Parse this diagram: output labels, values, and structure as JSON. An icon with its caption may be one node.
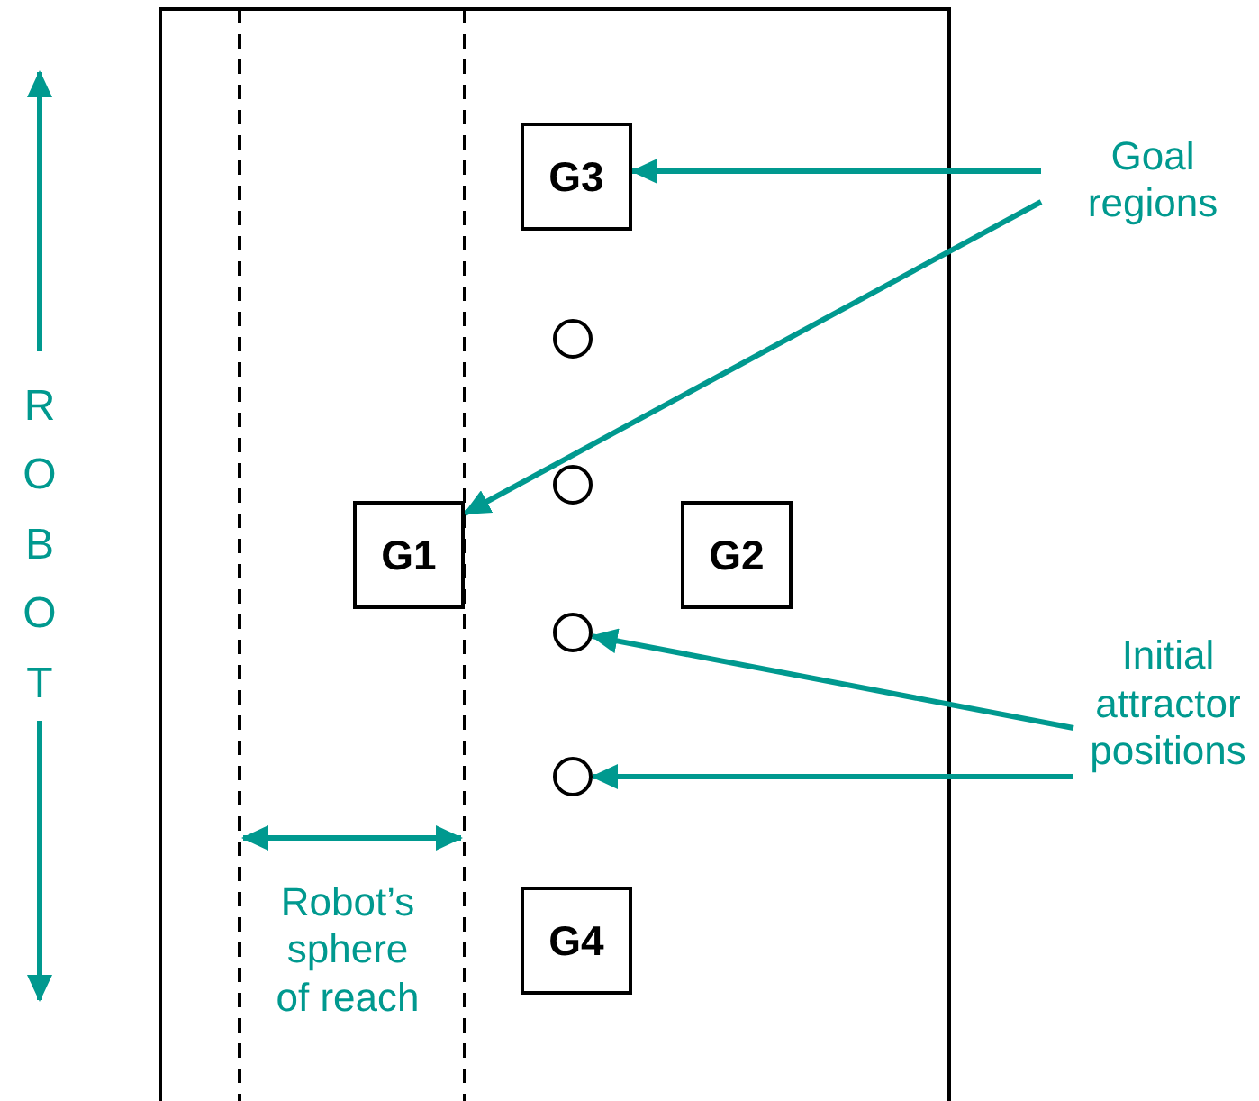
{
  "diagram": {
    "nodes": [
      {
        "text": [
          "G3"
        ]
      },
      {
        "text": [
          "G1"
        ]
      },
      {
        "text": [
          "G2"
        ]
      },
      {
        "text": [
          "G4"
        ]
      },
      {
        "text": [],
        "shape": "circle"
      },
      {
        "text": [],
        "shape": "circle"
      },
      {
        "text": [],
        "shape": "circle"
      },
      {
        "text": [],
        "shape": "circle"
      },
      {
        "text": [
          "Goal regions"
        ]
      },
      {
        "text": [
          "Initial attractor positions"
        ]
      }
    ],
    "edges": [
      {
        "from": 8,
        "to": 0,
        "arrow": "to"
      },
      {
        "from": 8,
        "to": 1,
        "arrow": "to"
      },
      {
        "from": 9,
        "to": 6,
        "arrow": "to"
      },
      {
        "from": 9,
        "to": 7,
        "arrow": "to"
      }
    ],
    "labels": [
      "ROBOT",
      "Robot’s sphere of reach"
    ]
  }
}
